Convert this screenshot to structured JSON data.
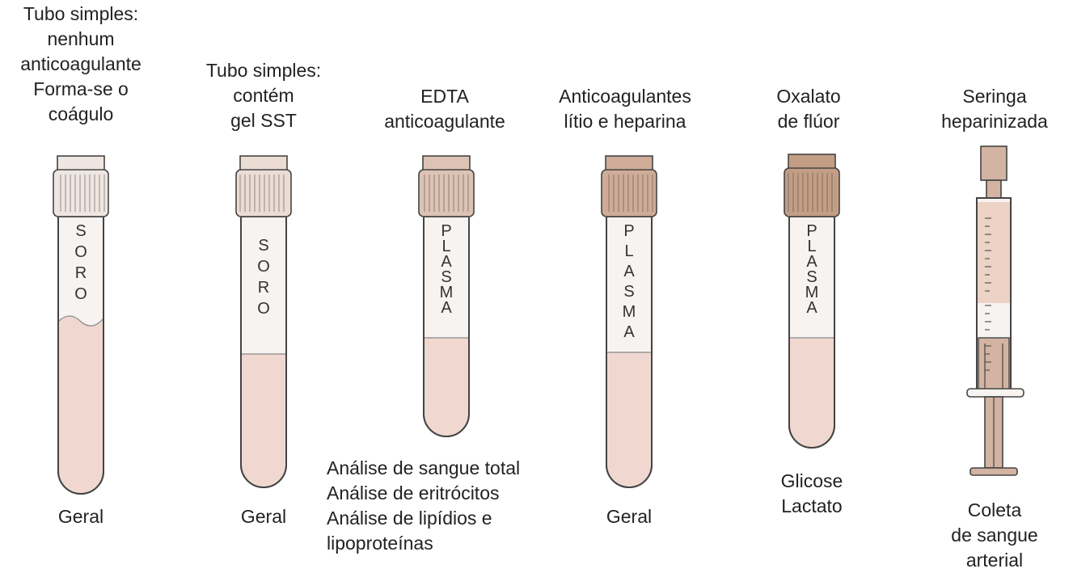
{
  "colors": {
    "outline": "#444444",
    "liquid": "#f0d8d0",
    "label_bg": "#f6f3f1",
    "cap_colors": [
      "#efe6e2",
      "#ebdcd4",
      "#ddc3b3",
      "#cfac97",
      "#c39e85",
      "#d3b3a1"
    ]
  },
  "tubes": [
    {
      "id": "tube-1",
      "header": [
        "Tubo simples:",
        "nenhum",
        "anticoagulante",
        "Forma-se o",
        "coágulo"
      ],
      "label_letters": [
        "S",
        "O",
        "R",
        "O"
      ],
      "uses": [
        "Geral"
      ]
    },
    {
      "id": "tube-2",
      "header": [
        "Tubo simples:",
        "contém",
        "gel SST"
      ],
      "label_letters": [
        "S",
        "O",
        "R",
        "O"
      ],
      "uses": [
        "Geral"
      ]
    },
    {
      "id": "tube-3",
      "header": [
        "EDTA",
        "anticoagulante"
      ],
      "label_letters": [
        "P",
        "L",
        "A",
        "S",
        "M",
        "A"
      ],
      "uses": [
        "Análise de sangue total",
        "Análise de eritrócitos",
        "Análise de lipídios e",
        "lipoproteínas"
      ]
    },
    {
      "id": "tube-4",
      "header": [
        "Anticoagulantes",
        "lítio e heparina"
      ],
      "label_letters": [
        "P",
        "L",
        "A",
        "S",
        "M",
        "A"
      ],
      "uses": [
        "Geral"
      ]
    },
    {
      "id": "tube-5",
      "header": [
        "Oxalato",
        "de flúor"
      ],
      "label_letters": [
        "P",
        "L",
        "A",
        "S",
        "M",
        "A"
      ],
      "uses": [
        "Glicose",
        "Lactato"
      ]
    },
    {
      "id": "syringe",
      "header": [
        "Seringa",
        "heparinizada"
      ],
      "label_letters": [],
      "uses": [
        "Coleta",
        "de sangue",
        "arterial"
      ]
    }
  ]
}
